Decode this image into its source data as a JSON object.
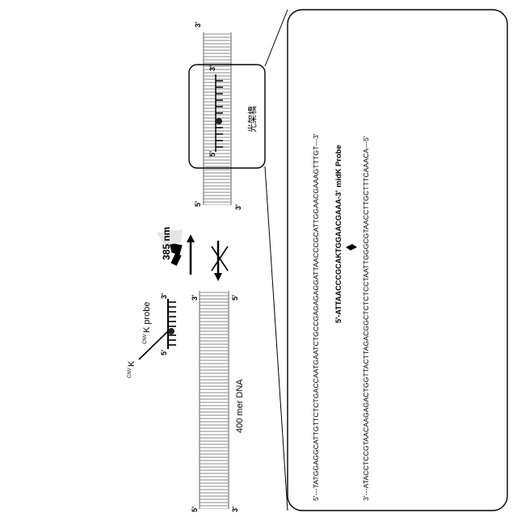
{
  "labels": {
    "dna_label": "400 mer DNA",
    "probe_label": "K probe",
    "probe_sup": "CNV",
    "cnvk_label": "K",
    "cnvk_sup": "CNV",
    "uv_label": "385 nm",
    "crosslink_label": "光架橋",
    "mid_probe_label": "midK Probe"
  },
  "ends": {
    "left_duplex_top": "5'",
    "left_duplex_bottom": "3'",
    "right_duplex_top": "3'",
    "right_duplex_bottom": "5'",
    "probe_5": "5'",
    "probe_3": "3'",
    "top_duplex_top": "3'",
    "top_duplex_5": "5'",
    "top_duplex_3": "3'",
    "top_duplex_bottom_left": "5'",
    "top_duplex_bottom_right": "3'"
  },
  "sequences": {
    "strand_top": "5'---TATGGAGGCATTGTTCTCTGACCAATGAATCTGCCGAGAGAGGATTAACCCGCATTGGAACGAAAGTTTGT---3'",
    "probe": "5'-ATTAACCCGCAKTGGAACGAAA-3'",
    "strand_bottom": "3'---ATACCTCCGTAACAAGAGACTGGTTACTTAGACGGCTCTCTCCTAATTGGGCGTAACCTTGCTTTCAAACA---5'"
  }
}
